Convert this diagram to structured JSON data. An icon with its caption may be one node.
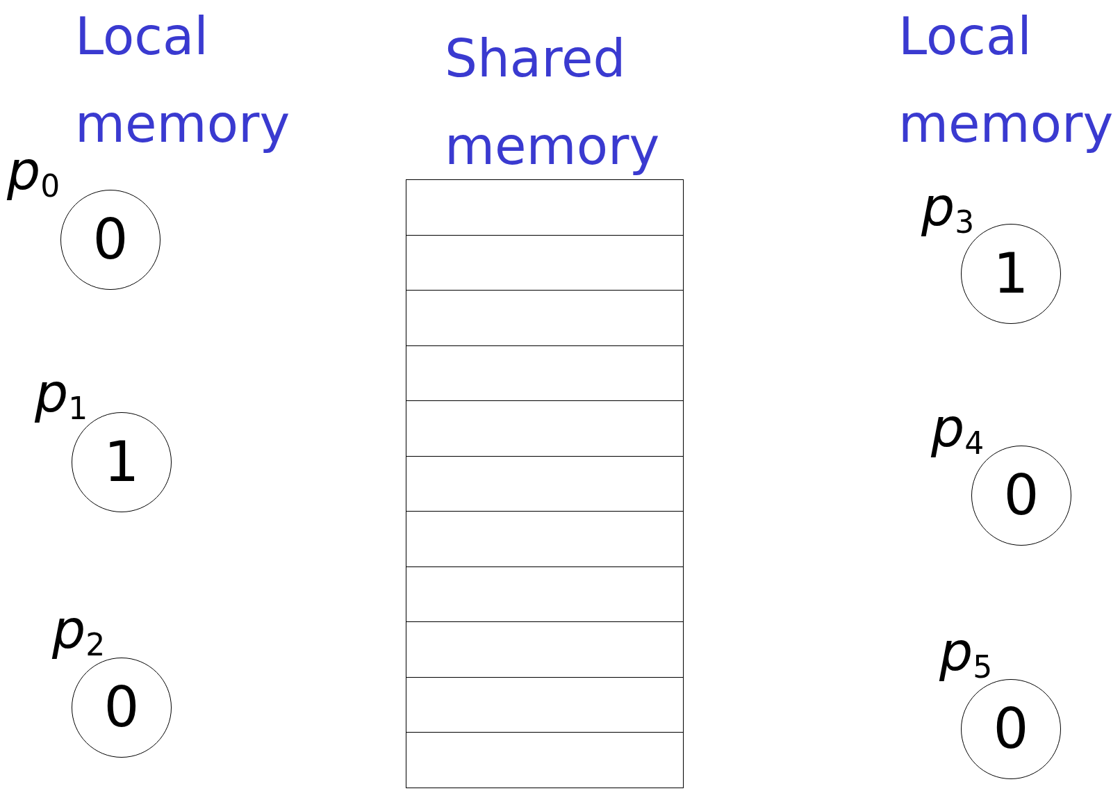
{
  "diagram": {
    "nodes": [
      {
        "text": [
          "0"
        ],
        "beside": [
          "*p*$_{0}$"
        ]
      },
      {
        "text": [
          "1"
        ],
        "beside": [
          "*p*$_{1}$"
        ]
      },
      {
        "text": [
          "0"
        ],
        "beside": [
          "*p*$_{2}$"
        ]
      },
      {
        "text": [],
        "shape": "box"
      },
      {
        "text": [],
        "shape": "box"
      },
      {
        "text": [],
        "shape": "box"
      },
      {
        "text": [],
        "shape": "box"
      },
      {
        "text": [],
        "shape": "box"
      },
      {
        "text": [],
        "shape": "box"
      },
      {
        "text": [],
        "shape": "box"
      },
      {
        "text": [],
        "shape": "box"
      },
      {
        "text": [],
        "shape": "box"
      },
      {
        "text": [],
        "shape": "box"
      },
      {
        "text": [],
        "shape": "box"
      },
      {
        "text": [
          "1"
        ],
        "beside": [
          "*p*$_{3}$"
        ]
      },
      {
        "text": [
          "0"
        ],
        "beside": [
          "*p*$_{4}$"
        ]
      },
      {
        "text": [
          "0"
        ],
        "beside": [
          "*p*$_{5}$"
        ]
      }
    ],
    "labels": [
      "Local memory",
      "Shared memory",
      "Local memory"
    ]
  }
}
